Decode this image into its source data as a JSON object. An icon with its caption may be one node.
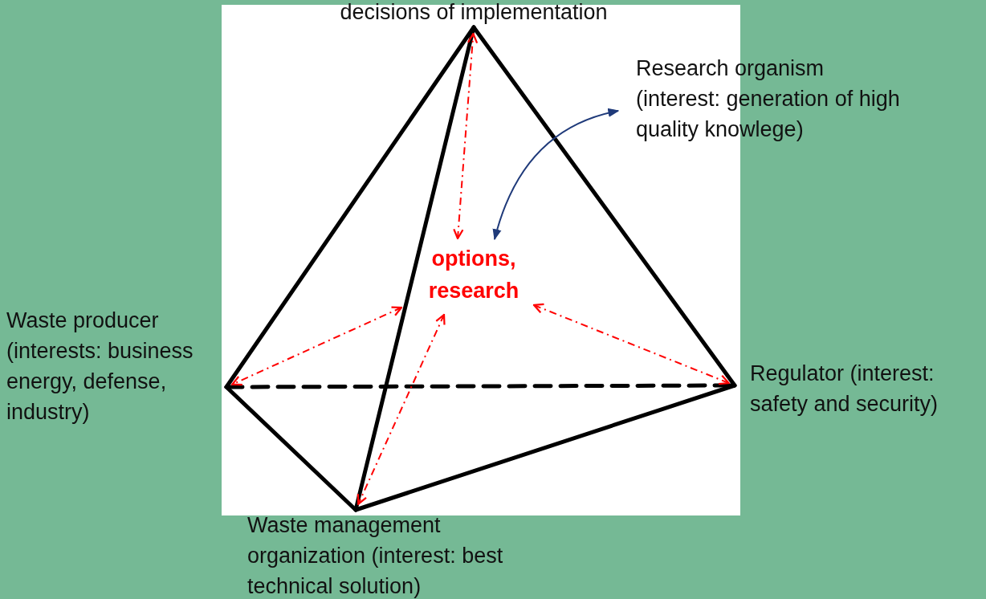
{
  "diagram": {
    "nodes": [
      {
        "text": [
          "decisions of implementation"
        ]
      },
      {
        "text": [
          "Research organism (interest: generation of high quality knowlege)"
        ]
      },
      {
        "text": [
          "options, research"
        ]
      },
      {
        "text": [
          "Waste producer (interests: business energy, defense, industry)"
        ]
      },
      {
        "text": [
          "Regulator (interest: safety and security)"
        ]
      },
      {
        "text": [
          "Waste management organization (interest: best technical solution)"
        ]
      }
    ],
    "edges": [
      {
        "from": 0,
        "to": 3,
        "arrow": "none"
      },
      {
        "from": 0,
        "to": 5,
        "arrow": "none"
      },
      {
        "from": 0,
        "to": 4,
        "arrow": "none"
      },
      {
        "from": 3,
        "to": 5,
        "arrow": "none"
      },
      {
        "from": 5,
        "to": 4,
        "arrow": "none"
      },
      {
        "from": 3,
        "to": 4,
        "arrow": "none",
        "style": "dashed"
      },
      {
        "from": 2,
        "to": 0,
        "arrow": "both",
        "style": "dashed",
        "color": "#ff0000"
      },
      {
        "from": 2,
        "to": 3,
        "arrow": "both",
        "style": "dashed",
        "color": "#ff0000"
      },
      {
        "from": 2,
        "to": 4,
        "arrow": "both",
        "style": "dashed",
        "color": "#ff0000"
      },
      {
        "from": 2,
        "to": 5,
        "arrow": "both",
        "style": "dashed",
        "color": "#ff0000"
      },
      {
        "from": 2,
        "to": 1,
        "arrow": "both",
        "color": "#1f3a7a"
      }
    ]
  }
}
